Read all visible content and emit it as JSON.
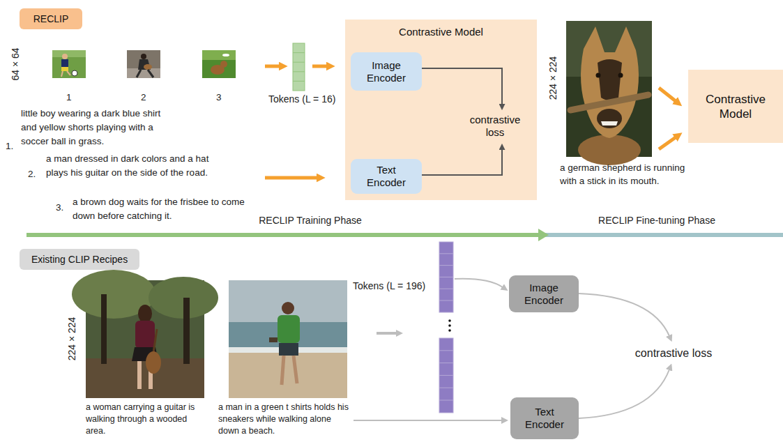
{
  "diagram": {
    "nodes": [
      {
        "text": [
          "RECLIP"
        ]
      },
      {
        "text": [
          "Contrastive Model",
          "contrastive loss"
        ]
      },
      {
        "text": [
          "Image Encoder"
        ],
        "in": 1
      },
      {
        "text": [
          "Text Encoder"
        ],
        "in": 1
      },
      {
        "text": [
          "Contrastive Model"
        ]
      },
      {
        "text": [
          "Existing CLIP Recipes"
        ]
      },
      {
        "text": [
          "Image Encoder"
        ]
      },
      {
        "text": [
          "Text Encoder"
        ]
      }
    ],
    "labels": [
      "64 × 64",
      "1",
      "2",
      "3",
      "1.",
      "little boy wearing a dark blue shirt and yellow shorts playing with a soccer ball in grass.",
      "2.",
      "a man dressed in dark colors and a hat plays his guitar on the side of the road.",
      "3.",
      "a brown dog waits for the frisbee to come down before catching it.",
      "Tokens (L = 16)",
      "224 × 224",
      "a german shepherd is running with a stick in its mouth.",
      "RECLIP Training Phase",
      "RECLIP Fine-tuning Phase",
      "224 × 224",
      "a woman carrying a guitar is walking through a wooded area.",
      "a man in a green t shirts holds his sneakers while walking alone down a beach.",
      "Tokens (L = 196)",
      "contrastive loss"
    ]
  }
}
